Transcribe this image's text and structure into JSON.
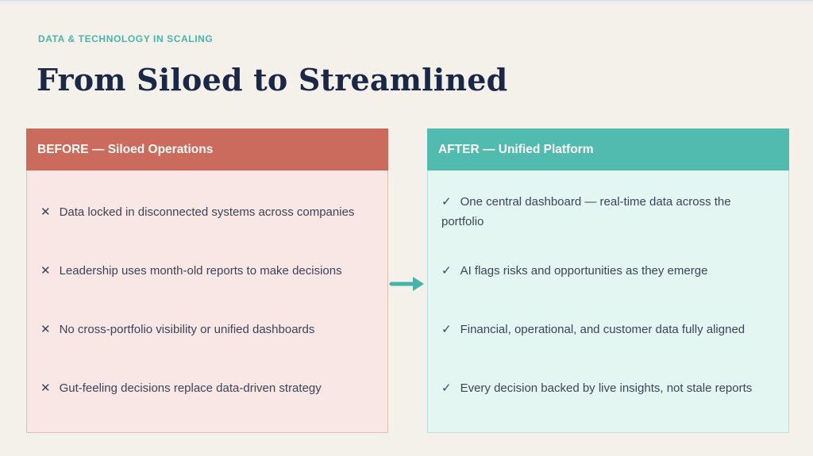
{
  "colors": {
    "bg": "#f3f1ea",
    "top_strip": "#e9ecf3",
    "eyebrow": "#4ab4a8",
    "title": "#1b2747",
    "header_text": "#fdfbf7",
    "before_header_bg": "#cb6b5d",
    "before_body_bg": "#f8e7e4",
    "before_border": "#e4bdb4",
    "after_header_bg": "#52bbaf",
    "after_body_bg": "#e4f6f2",
    "after_border": "#b9e0dc",
    "item_text": "#3d4458",
    "arrow": "#45b3a8"
  },
  "eyebrow": {
    "text": "DATA & TECHNOLOGY IN SCALING"
  },
  "title": {
    "text": "From Siloed to Streamlined"
  },
  "before_panel": {
    "header": "BEFORE — Siloed Operations",
    "item_icon": "✕",
    "items": [
      "Data locked in disconnected systems across companies",
      "Leadership uses month-old reports to make decisions",
      "No cross-portfolio visibility or unified dashboards",
      "Gut-feeling decisions replace data-driven strategy"
    ]
  },
  "after_panel": {
    "header": "AFTER — Unified Platform",
    "item_icon": "✓",
    "items": [
      "One central dashboard — real-time data across the portfolio",
      "AI flags risks and opportunities as they emerge",
      "Financial, operational, and customer data fully aligned",
      "Every decision backed by live insights, not stale reports"
    ]
  },
  "arrow": {
    "name": "right-arrow"
  }
}
